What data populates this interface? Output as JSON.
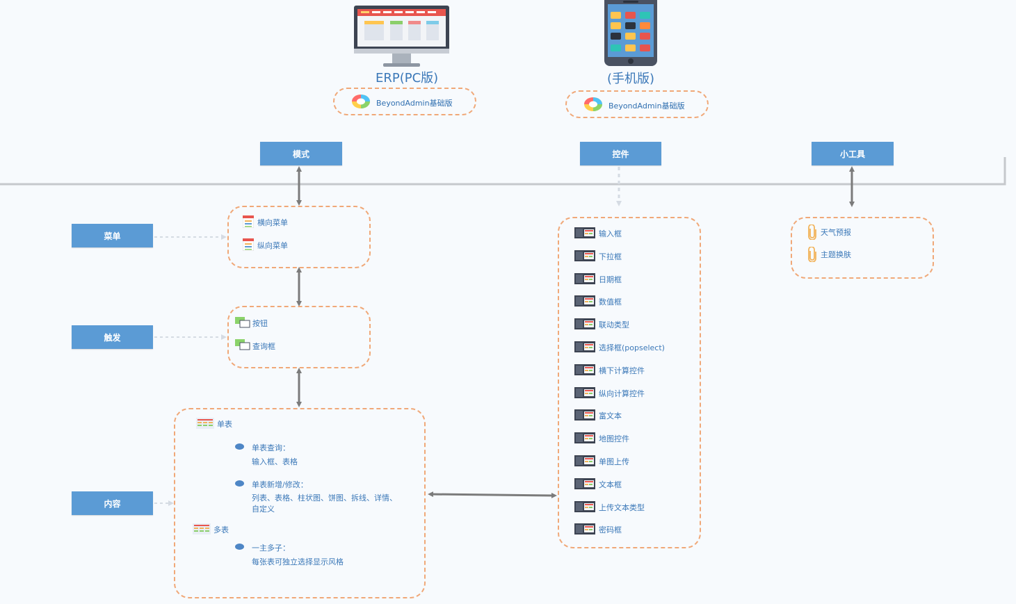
{
  "colors": {
    "box_fill": "#5b9bd5",
    "dashed_border": "#f0a878",
    "text_blue": "#3b78b8",
    "connector": "#7b7b7b",
    "dotted_connector": "#d5dbe3"
  },
  "pc": {
    "title": "ERP(PC版)",
    "edition": "BeyondAdmin基础版"
  },
  "mobile": {
    "title": "(手机版)",
    "edition": "BeyondAdmin基础版"
  },
  "categories": {
    "mode": "模式",
    "controls": "控件",
    "tools": "小工具"
  },
  "side_labels": {
    "menu": "菜单",
    "trigger": "触发",
    "content": "内容"
  },
  "menu_items": [
    "横向菜单",
    "纵向菜单"
  ],
  "trigger_items": [
    "按钮",
    "查询框"
  ],
  "content": {
    "single_table": "单表",
    "single_query_title": "单表查询：",
    "single_query_desc": "输入框、表格",
    "single_edit_title": "单表新增/修改：",
    "single_edit_desc_line1": "列表、表格、柱状图、饼图、拆线、详情、",
    "single_edit_desc_line2": "自定义",
    "multi_table": "多表",
    "master_detail_title": "一主多子：",
    "master_detail_desc": "每张表可独立选择显示风格"
  },
  "control_items": [
    "输入框",
    "下拉框",
    "日期框",
    "数值框",
    "联动类型",
    "选择框(popselect)",
    "横下计算控件",
    "纵向计算控件",
    "富文本",
    "地图控件",
    "单图上传",
    "文本框",
    "上传文本类型",
    "密码框"
  ],
  "tool_items": [
    "天气预报",
    "主题换肤"
  ]
}
